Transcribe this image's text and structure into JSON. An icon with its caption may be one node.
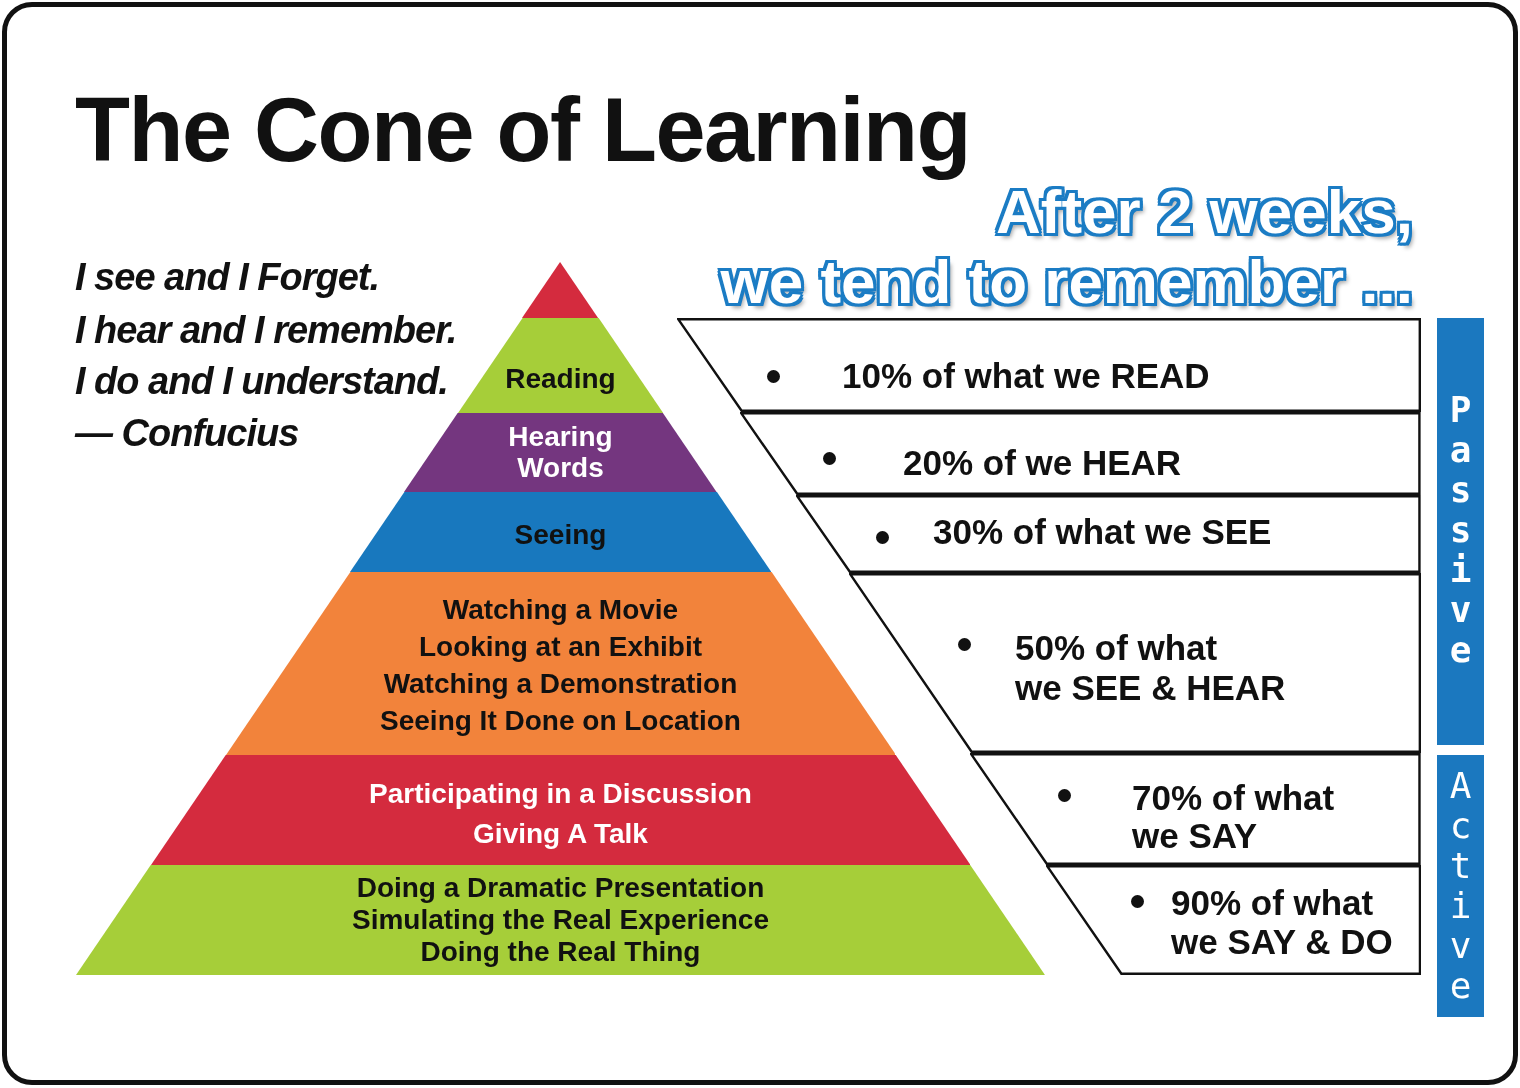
{
  "diagram": {
    "title": "The Cone of Learning",
    "nodes": [
      {
        "text": [],
        "shape": "triangle"
      },
      {
        "text": [
          "Reading"
        ]
      },
      {
        "text": [
          "Hearing Words"
        ]
      },
      {
        "text": [
          "Seeing"
        ]
      },
      {
        "text": [
          "Watching a Movie",
          "Looking at an Exhibit",
          "Watching a Demonstration",
          "Seeing It Done on Location"
        ]
      },
      {
        "text": [
          "Participating in a Discussion",
          "Giving A Talk"
        ]
      },
      {
        "text": [
          "Doing a Dramatic Presentation",
          "Simulating the Real Experience",
          "Doing the Real Thing"
        ]
      },
      {
        "text": [
          "10% of what we READ"
        ]
      },
      {
        "text": [
          "20% of we HEAR"
        ]
      },
      {
        "text": [
          "30% of what we SEE"
        ]
      },
      {
        "text": [
          "50% of what we SEE & HEAR"
        ]
      },
      {
        "text": [
          "70% of what we SAY"
        ]
      },
      {
        "text": [
          "90% of what we SAY & DO"
        ]
      },
      {
        "text": [
          "Passive"
        ]
      },
      {
        "text": [
          "Active"
        ]
      }
    ],
    "labels": [
      "After 2 weeks, we tend to remember ...",
      "I see and I Forget.",
      "I hear and I remember.",
      "I do and I understand.",
      "— Confucius"
    ]
  }
}
